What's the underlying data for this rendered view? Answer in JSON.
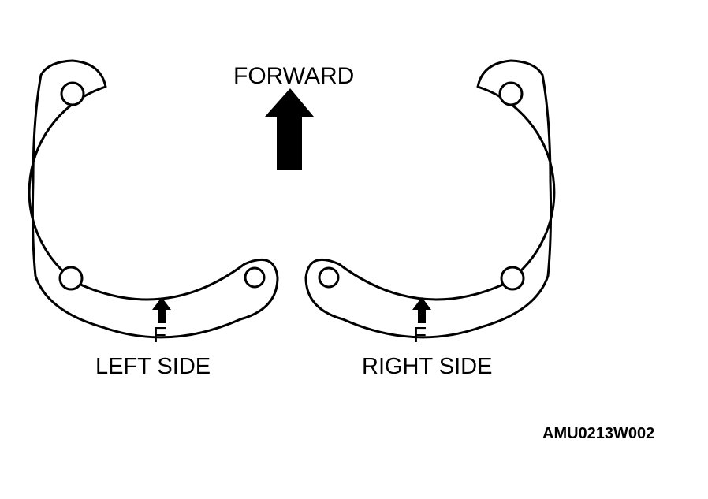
{
  "labels": {
    "forward": "FORWARD",
    "left_side": "LEFT SIDE",
    "right_side": "RIGHT SIDE",
    "left_mark": "F",
    "right_mark": "F",
    "figure_code": "AMU0213W002"
  },
  "colors": {
    "ink": "#000000",
    "paper": "#ffffff"
  }
}
